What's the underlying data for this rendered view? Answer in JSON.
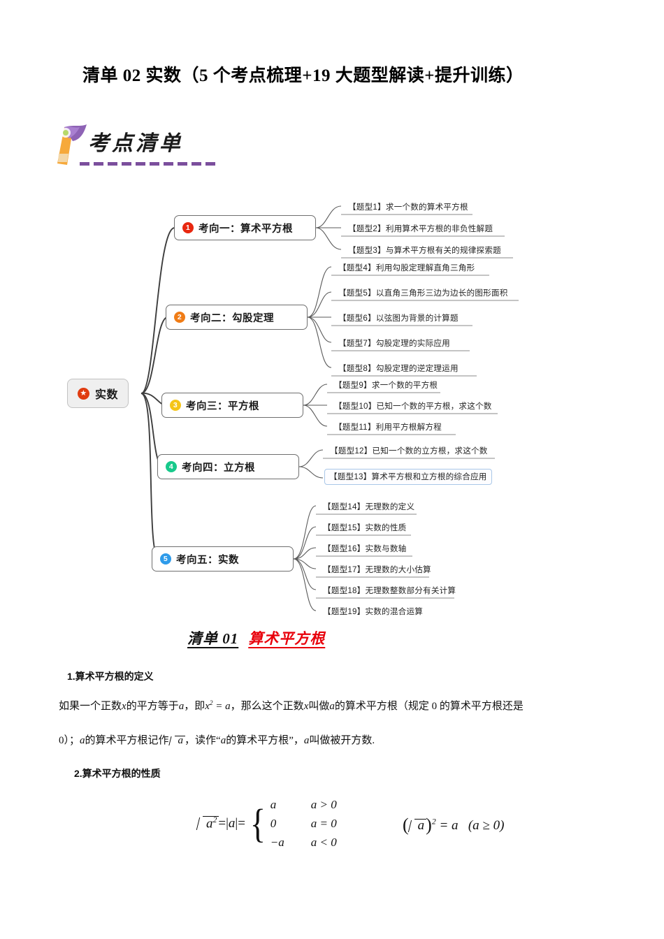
{
  "document": {
    "title": "清单 02 实数（5 个考点梳理+19 大题型解读+提升训练）",
    "logo": {
      "text": "考点清单",
      "icon": "flag-banner-icon",
      "accent_color": "#7b4f9d"
    }
  },
  "mindmap": {
    "root": {
      "label": "实数",
      "icon": "red-star-icon",
      "icon_color": "#e03c10"
    },
    "branches": [
      {
        "index": "1",
        "label": "考向一：算术平方根",
        "badge_color": "#e8270f",
        "leaves": [
          "【题型1】求一个数的算术平方根",
          "【题型2】利用算术平方根的非负性解题",
          "【题型3】与算术平方根有关的规律探索题"
        ]
      },
      {
        "index": "2",
        "label": "考向二：勾股定理",
        "badge_color": "#f07c16",
        "leaves": [
          "【题型4】利用勾股定理解直角三角形",
          "【题型5】以直角三角形三边为边长的图形面积",
          "【题型6】以弦图为背景的计算题",
          "【题型7】勾股定理的实际应用",
          "【题型8】勾股定理的逆定理运用"
        ]
      },
      {
        "index": "3",
        "label": "考向三：平方根",
        "badge_color": "#f5c518",
        "leaves": [
          "【题型9】求一个数的平方根",
          "【题型10】已知一个数的平方根，求这个数",
          "【题型11】利用平方根解方程"
        ]
      },
      {
        "index": "4",
        "label": "考向四：立方根",
        "badge_color": "#17c98b",
        "leaves": [
          "【题型12】已知一个数的立方根，求这个数",
          "【题型13】算术平方根和立方根的综合应用"
        ],
        "selected_leaf_index": 1
      },
      {
        "index": "5",
        "label": "考向五：实数",
        "badge_color": "#2e9bea",
        "leaves": [
          "【题型14】无理数的定义",
          "【题型15】实数的性质",
          "【题型16】实数与数轴",
          "【题型17】无理数的大小估算",
          "【题型18】无理数整数部分有关计算",
          "【题型19】实数的混合运算"
        ]
      }
    ]
  },
  "section": {
    "number": "清单 01",
    "name": "算术平方根",
    "number_color": "#111111",
    "name_color": "#e8000b"
  },
  "content": {
    "heading1": "1.算术平方根的定义",
    "def_line1_a": "如果一个正数",
    "def_line1_x1": "x",
    "def_line1_b": "的平方等于",
    "def_line1_a1": "a",
    "def_line1_c": "，即",
    "def_line1_eq": "x² = a",
    "def_line1_d": "，那么这个正数",
    "def_line1_x2": "x",
    "def_line1_e": "叫做",
    "def_line1_a2": "a",
    "def_line1_f": "的算术平方根（规定 0 的算术平方根还是",
    "def_line2_a": "0）；",
    "def_line2_a1": "a",
    "def_line2_b": "的算术平方根记作",
    "def_line2_rad": "a",
    "def_line2_c": "，读作“",
    "def_line2_a2": "a",
    "def_line2_d": "的算术平方根”，",
    "def_line2_a3": "a",
    "def_line2_e": "叫做被开方数.",
    "heading2": "2.算术平方根的性质",
    "formula_left": {
      "radicand": "a",
      "radicand_exp": "2",
      "eq1": "=|",
      "abs_var": "a",
      "eq2": "|=",
      "cases": [
        {
          "value": "a",
          "condition": "a > 0"
        },
        {
          "value": "0",
          "condition": "a = 0"
        },
        {
          "value": "−a",
          "condition": "a < 0"
        }
      ]
    },
    "formula_right": {
      "radicand": "a",
      "exponent": "2",
      "equals": "= a",
      "condition": "(a ≥ 0)"
    }
  }
}
